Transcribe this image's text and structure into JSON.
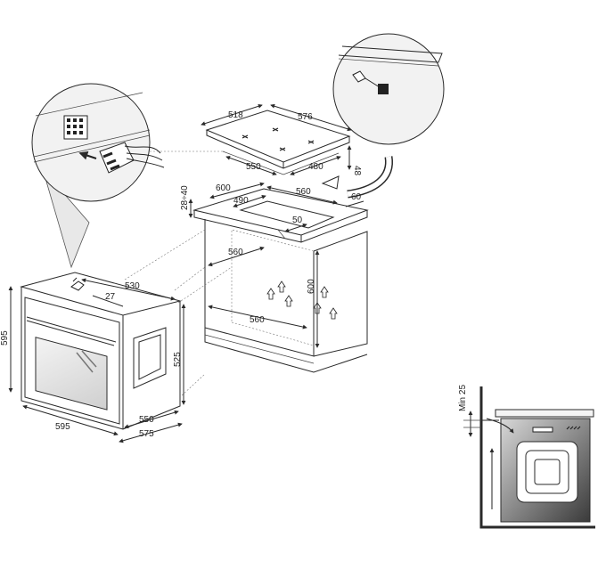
{
  "dimensions": {
    "hob_width": "576",
    "hob_depth": "518",
    "hob_base_width": "550",
    "hob_base_depth": "480",
    "hob_height": "48",
    "cutout_width": "560",
    "cutout_depth": "490",
    "worktop_depth": "600",
    "worktop_thickness": "28÷40",
    "front_gap": "50",
    "rear_gap": "60",
    "niche_width": "560",
    "niche_height": "600",
    "niche_bottom_width": "560",
    "oven_height": "595",
    "oven_body_height": "525",
    "oven_width": "595",
    "oven_body_depth": "550",
    "oven_total_depth": "575",
    "oven_top_depth": "530",
    "panel_depth": "27",
    "min_clearance": "Min 25"
  },
  "colors": {
    "line": "#2a2a2a",
    "oven_dark": "#3b3b3b",
    "oven_light": "#e4e4e4"
  }
}
